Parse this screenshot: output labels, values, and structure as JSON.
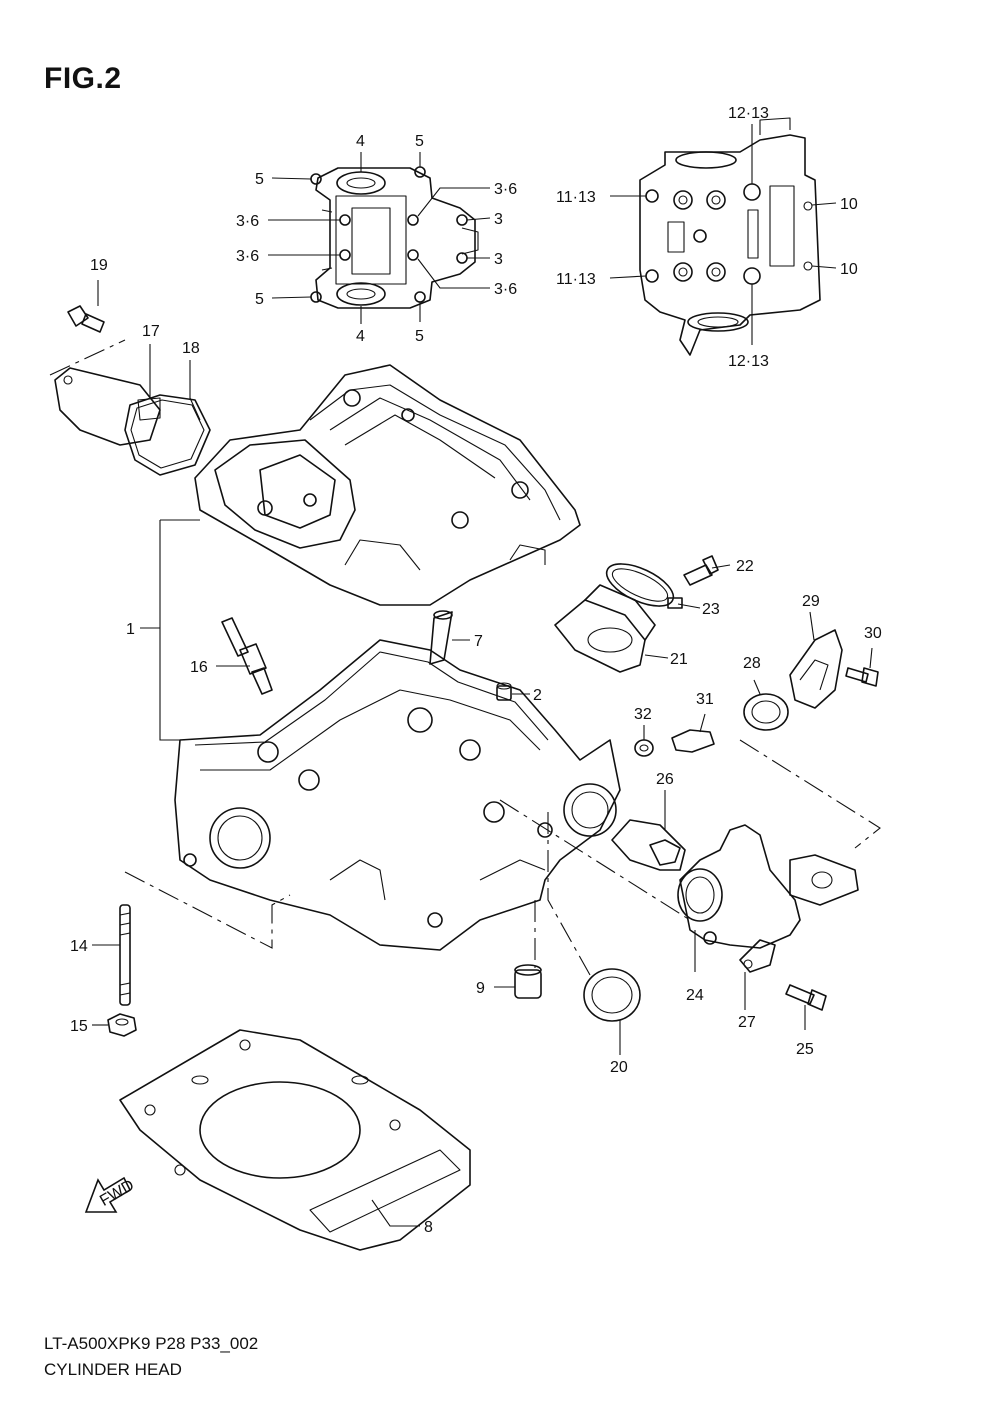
{
  "figure": {
    "title": "FIG.2",
    "model_code": "LT-A500XPK9 P28 P33_002",
    "section_name": "CYLINDER HEAD",
    "fwd_label": "FWD"
  },
  "callouts": {
    "p1": "1",
    "p2": "2",
    "p3a": "3",
    "p3b": "3",
    "p36a": "3·6",
    "p36b": "3·6",
    "p36c": "3·6",
    "p36d": "3·6",
    "p4a": "4",
    "p4b": "4",
    "p5a": "5",
    "p5b": "5",
    "p5c": "5",
    "p5d": "5",
    "p7": "7",
    "p8": "8",
    "p9": "9",
    "p10a": "10",
    "p10b": "10",
    "p1113a": "11·13",
    "p1113b": "11·13",
    "p1213a": "12·13",
    "p1213b": "12·13",
    "p14": "14",
    "p15": "15",
    "p16": "16",
    "p17": "17",
    "p18": "18",
    "p19": "19",
    "p20": "20",
    "p21": "21",
    "p22": "22",
    "p23": "23",
    "p24": "24",
    "p25": "25",
    "p26": "26",
    "p27": "27",
    "p28": "28",
    "p29": "29",
    "p30": "30",
    "p31": "31",
    "p32": "32"
  }
}
